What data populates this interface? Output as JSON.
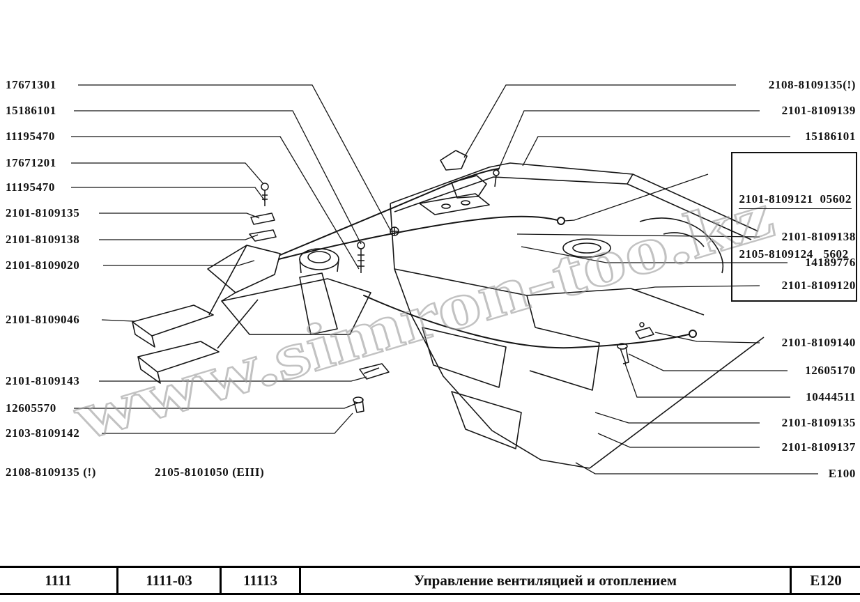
{
  "watermark": "www.simron-too.kz",
  "left_labels": [
    "17671301",
    "15186101",
    "11195470",
    "17671201",
    "11195470",
    "2101-8109135",
    "2101-8109138",
    "2101-8109020",
    "2101-8109046",
    "2101-8109143",
    "12605570",
    "2103-8109142"
  ],
  "right_labels": [
    "2108-8109135(!)",
    "2101-8109139",
    "15186101",
    "2101-8109138",
    "14189776",
    "2101-8109120",
    "2101-8109140",
    "12605170",
    "10444511",
    "2101-8109135",
    "2101-8109137",
    "E100"
  ],
  "boxed_labels": [
    "2101-8109121  05602",
    "2105-8109124   5602"
  ],
  "bottom_note": {
    "left": "2108-8109135 (!)",
    "right": "2105-8101050 (ЕIII)"
  },
  "footer": {
    "col1": "1111",
    "col2": "1111-03",
    "col3": "11113",
    "title": "Управление вентиляцией и отоплением",
    "page": "E120"
  }
}
